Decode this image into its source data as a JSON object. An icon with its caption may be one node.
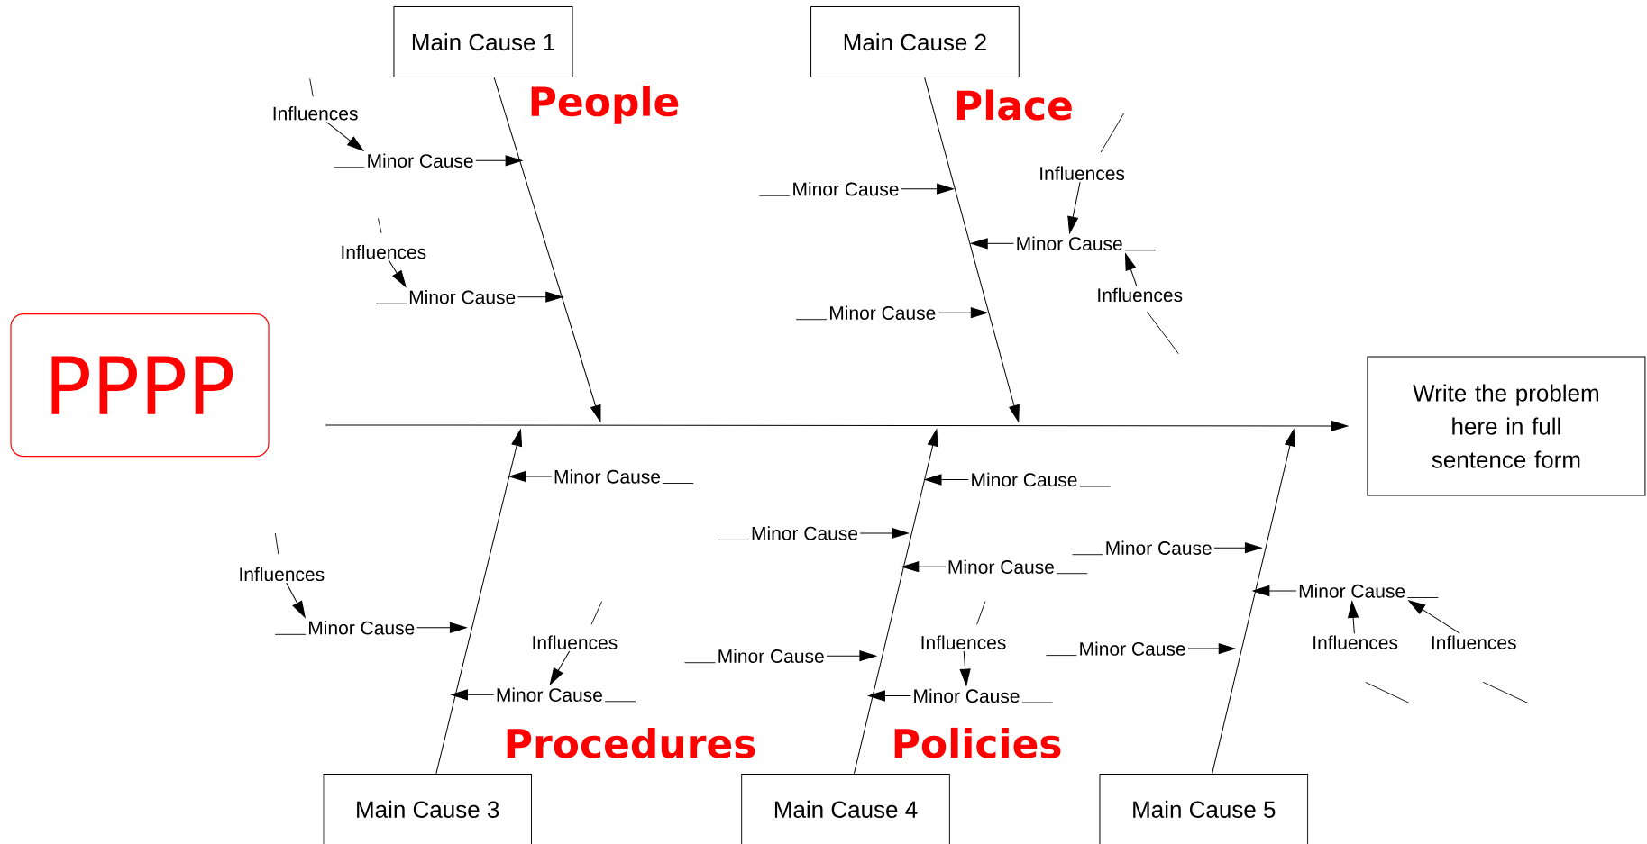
{
  "diagram": {
    "nodes": [
      {
        "text": [
          "PPPP"
        ]
      },
      {
        "text": [
          "Main Cause 1"
        ]
      },
      {
        "text": [
          "Main Cause 2"
        ]
      },
      {
        "text": [
          "Write the problem here in full sentence form"
        ]
      },
      {
        "text": [
          "Main Cause 3"
        ]
      },
      {
        "text": [
          "Main Cause 4"
        ]
      },
      {
        "text": [
          "Main Cause 5"
        ]
      },
      {
        "text": [
          "Minor Cause"
        ]
      },
      {
        "text": [
          "Influences"
        ]
      },
      {
        "text": [
          "Minor Cause"
        ]
      },
      {
        "text": [
          "Influences"
        ]
      },
      {
        "text": [
          "Minor Cause"
        ]
      },
      {
        "text": [
          "Influences"
        ]
      },
      {
        "text": [
          "Minor Cause"
        ]
      },
      {
        "text": [
          "Influences"
        ]
      },
      {
        "text": [
          "Minor Cause"
        ]
      },
      {
        "text": [
          "Minor Cause"
        ]
      },
      {
        "text": [
          "Influences"
        ]
      },
      {
        "text": [
          "Minor Cause"
        ]
      },
      {
        "text": [
          "Influences"
        ]
      },
      {
        "text": [
          "Minor Cause"
        ]
      },
      {
        "text": [
          "Minor Cause"
        ]
      },
      {
        "text": [
          "Minor Cause"
        ]
      },
      {
        "text": [
          "Minor Cause"
        ]
      },
      {
        "text": [
          "Influences"
        ]
      },
      {
        "text": [
          "Minor Cause"
        ]
      },
      {
        "text": [
          "Minor Cause"
        ]
      },
      {
        "text": [
          "Minor Cause"
        ]
      },
      {
        "text": [
          "Minor Cause"
        ]
      },
      {
        "text": [
          "Influences"
        ]
      },
      {
        "text": [
          "Influences"
        ]
      },
      {
        "text": [
          "Minor Cause"
        ]
      }
    ],
    "edges": [
      {
        "from": null,
        "to": 3,
        "arrow": "to"
      },
      {
        "from": 1,
        "to": null,
        "arrow": "to"
      },
      {
        "from": 2,
        "to": null,
        "arrow": "to"
      },
      {
        "from": 4,
        "to": null,
        "arrow": "to"
      },
      {
        "from": 5,
        "to": null,
        "arrow": "to"
      },
      {
        "from": 6,
        "to": null,
        "arrow": "to"
      },
      {
        "from": 7,
        "to": null,
        "arrow": "to"
      },
      {
        "from": 9,
        "to": null,
        "arrow": "to"
      },
      {
        "from": 11,
        "to": null,
        "arrow": "to"
      },
      {
        "from": 13,
        "to": null,
        "arrow": "to"
      },
      {
        "from": 15,
        "to": null,
        "arrow": "to"
      },
      {
        "from": 16,
        "to": null,
        "arrow": "to"
      },
      {
        "from": 18,
        "to": null,
        "arrow": "to"
      },
      {
        "from": 20,
        "to": null,
        "arrow": "to"
      },
      {
        "from": 21,
        "to": null,
        "arrow": "to"
      },
      {
        "from": 22,
        "to": null,
        "arrow": "to"
      },
      {
        "from": 23,
        "to": null,
        "arrow": "to"
      },
      {
        "from": 25,
        "to": null,
        "arrow": "to"
      },
      {
        "from": 26,
        "to": null,
        "arrow": "to"
      },
      {
        "from": 27,
        "to": null,
        "arrow": "to"
      },
      {
        "from": 28,
        "to": null,
        "arrow": "to"
      },
      {
        "from": 31,
        "to": null,
        "arrow": "to"
      },
      {
        "from": 8,
        "to": 7,
        "arrow": "to"
      },
      {
        "from": 10,
        "to": 9,
        "arrow": "to"
      },
      {
        "from": 12,
        "to": 13,
        "arrow": "to"
      },
      {
        "from": 14,
        "to": 13,
        "arrow": "to"
      },
      {
        "from": 17,
        "to": 18,
        "arrow": "to"
      },
      {
        "from": 19,
        "to": 20,
        "arrow": "to"
      },
      {
        "from": 24,
        "to": 26,
        "arrow": "to"
      },
      {
        "from": 29,
        "to": 28,
        "arrow": "to"
      },
      {
        "from": 30,
        "to": 28,
        "arrow": "to"
      }
    ],
    "labels": [
      "People",
      "Place",
      "Procedures",
      "Policies"
    ]
  }
}
